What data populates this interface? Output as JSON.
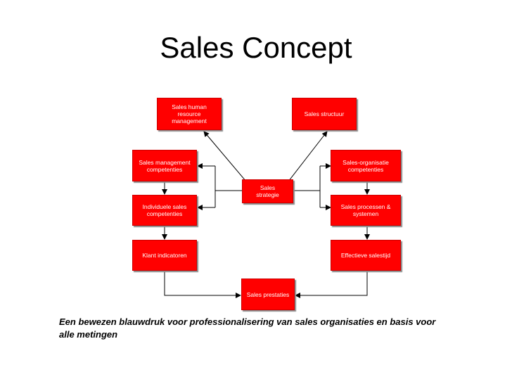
{
  "slide": {
    "title": "Sales Concept",
    "caption": "Een bewezen blauwdruk voor professionalisering van sales organisaties en basis voor alle metingen"
  },
  "nodes": {
    "sales_hrm": "Sales human\nresource\nmanagement",
    "sales_structuur": "Sales structuur",
    "sales_management_competenties": "Sales management\ncompetenties",
    "sales_organisatie_competenties": "Sales-organisatie\ncompetenties",
    "sales_strategie": "Sales\nstrategie",
    "individuele_sales_competenties": "Individuele sales\ncompetenties",
    "sales_processen_systemen": "Sales processen &\nsystemen",
    "klant_indicatoren": "Klant indicatoren",
    "effectieve_salestijd": "Effectieve salestijd",
    "sales_prestaties": "Sales prestaties"
  },
  "colors": {
    "box_fill": "#ff0000",
    "connector": "#000000",
    "box_text": "#ffffff"
  }
}
